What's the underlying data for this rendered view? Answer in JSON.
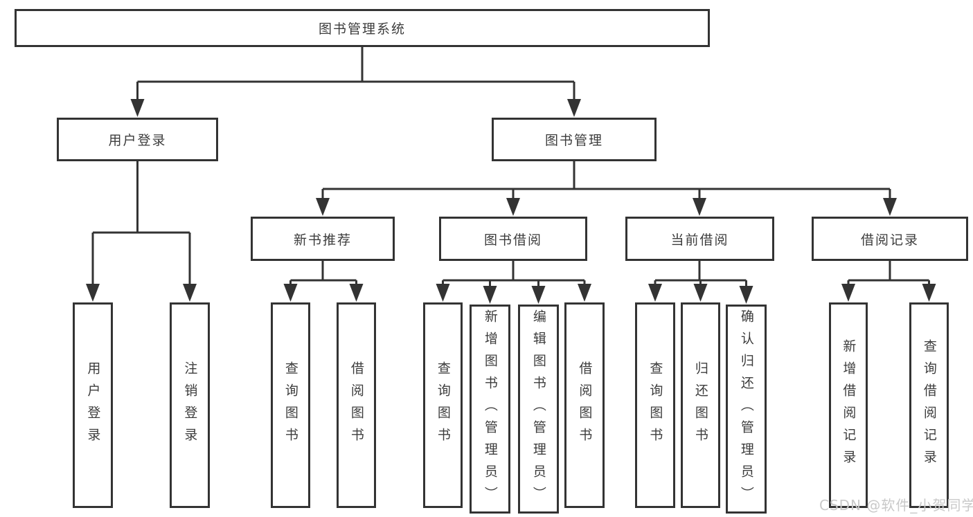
{
  "diagram": {
    "root": {
      "label": "图书管理系统"
    },
    "level2": [
      {
        "label": "用户登录"
      },
      {
        "label": "图书管理"
      }
    ],
    "login_leaves": [
      "用户登录",
      "注销登录"
    ],
    "sections": [
      {
        "label": "新书推荐",
        "leaves": [
          "查询图书",
          "借阅图书"
        ]
      },
      {
        "label": "图书借阅",
        "leaves": [
          "查询图书",
          "新增图书（管理员）",
          "编辑图书（管理员）",
          "借阅图书"
        ]
      },
      {
        "label": "当前借阅",
        "leaves": [
          "查询图书",
          "归还图书",
          "确认归还（管理员）"
        ]
      },
      {
        "label": "借阅记录",
        "leaves": [
          "新增借阅记录",
          "查询借阅记录"
        ]
      }
    ],
    "colors": {
      "line": "#333333",
      "text": "#3c3c3c",
      "box_background": "#ffffff",
      "background": "#ffffff",
      "watermark": "#c9c9c9"
    }
  },
  "watermark": {
    "text": "CSDN @软件_小贺同学"
  }
}
